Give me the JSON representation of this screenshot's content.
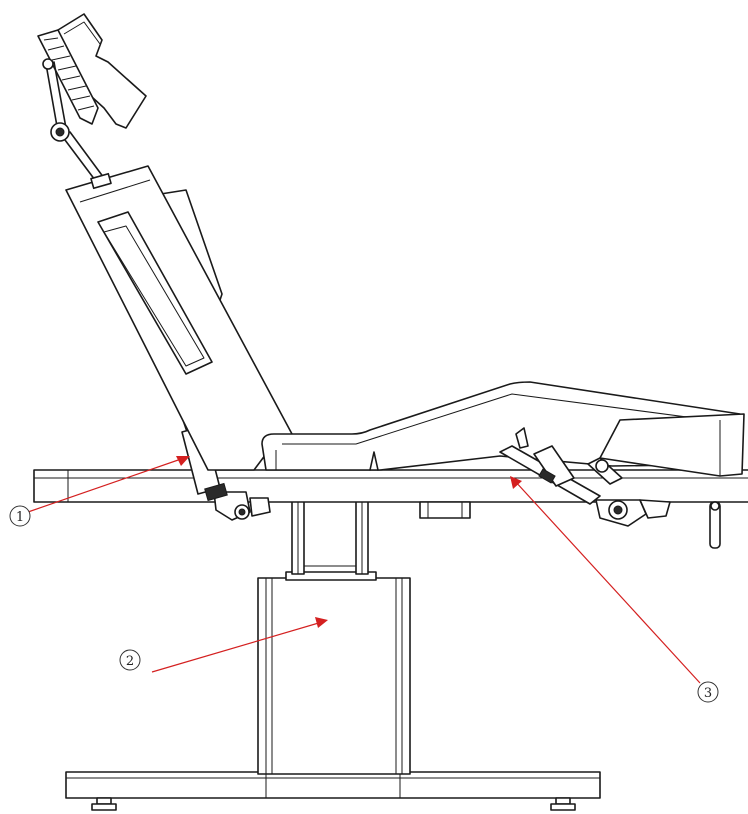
{
  "callouts": [
    {
      "id": "1",
      "label": "1"
    },
    {
      "id": "2",
      "label": "2"
    },
    {
      "id": "3",
      "label": "3"
    }
  ],
  "colors": {
    "line": "#1a1a1a",
    "leader": "#d42020",
    "background": "#ffffff"
  }
}
